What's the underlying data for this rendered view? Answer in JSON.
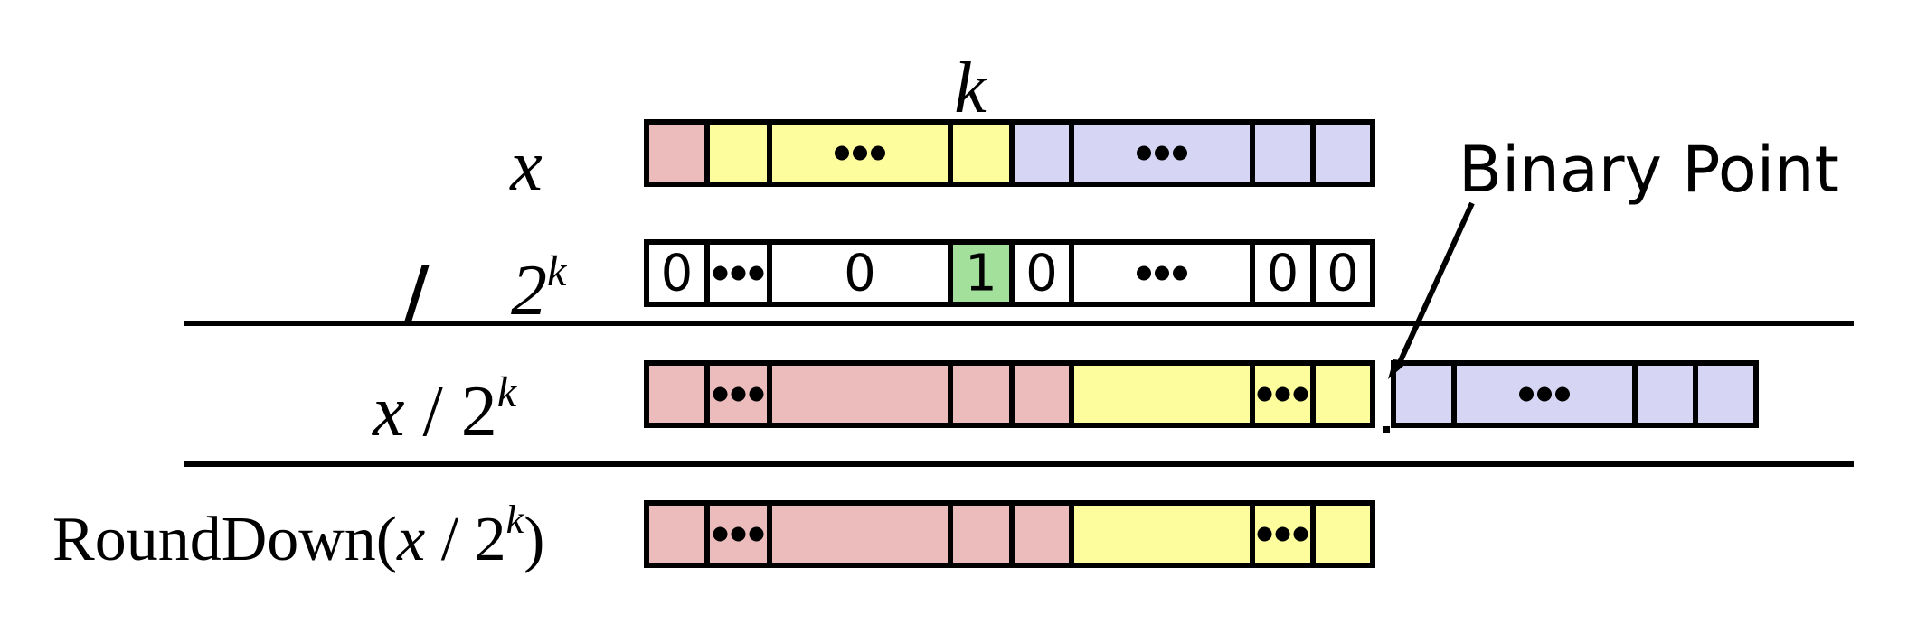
{
  "labels": {
    "k_marker": "k",
    "row_x": "x",
    "row_divisor_op": "/",
    "row_divisor_base": "2",
    "row_divisor_exp": "k",
    "row_quotient_x": "x",
    "row_quotient_slash": " / ",
    "row_quotient_base": "2",
    "row_quotient_exp": "k",
    "row_round_prefix": "RoundDown(",
    "row_round_x": "x",
    "row_round_slash": " / ",
    "row_round_base": "2",
    "row_round_exp": "k",
    "row_round_suffix": ")",
    "binary_point": "Binary Point"
  },
  "colors": {
    "red": "#ecbcbc",
    "yellow": "#fdfd9e",
    "blue": "#d6d6f4",
    "green": "#a2e09b",
    "white": "#ffffff",
    "border": "#000000"
  },
  "ellipsis_dots": 3,
  "rows": {
    "x": [
      {
        "color": "red",
        "text": ""
      },
      {
        "color": "yellow",
        "text": ""
      },
      {
        "color": "yellow",
        "text": "dots"
      },
      {
        "color": "yellow",
        "text": ""
      },
      {
        "color": "blue",
        "text": ""
      },
      {
        "color": "blue",
        "text": "dots"
      },
      {
        "color": "blue",
        "text": ""
      },
      {
        "color": "blue",
        "text": ""
      }
    ],
    "divisor": [
      {
        "color": "white",
        "text": "0"
      },
      {
        "color": "white",
        "text": "dots"
      },
      {
        "color": "white",
        "text": "0"
      },
      {
        "color": "green",
        "text": "1"
      },
      {
        "color": "white",
        "text": "0"
      },
      {
        "color": "white",
        "text": "dots"
      },
      {
        "color": "white",
        "text": "0"
      },
      {
        "color": "white",
        "text": "0"
      }
    ],
    "quotient_int": [
      {
        "color": "red",
        "text": ""
      },
      {
        "color": "red",
        "text": "dots"
      },
      {
        "color": "red",
        "text": ""
      },
      {
        "color": "red",
        "text": ""
      },
      {
        "color": "red",
        "text": ""
      },
      {
        "color": "yellow",
        "text": ""
      },
      {
        "color": "yellow",
        "text": "dots"
      },
      {
        "color": "yellow",
        "text": ""
      }
    ],
    "quotient_frac": [
      {
        "color": "blue",
        "text": ""
      },
      {
        "color": "blue",
        "text": "dots"
      },
      {
        "color": "blue",
        "text": ""
      },
      {
        "color": "blue",
        "text": ""
      }
    ],
    "rounddown": [
      {
        "color": "red",
        "text": ""
      },
      {
        "color": "red",
        "text": "dots"
      },
      {
        "color": "red",
        "text": ""
      },
      {
        "color": "red",
        "text": ""
      },
      {
        "color": "red",
        "text": ""
      },
      {
        "color": "yellow",
        "text": ""
      },
      {
        "color": "yellow",
        "text": "dots"
      },
      {
        "color": "yellow",
        "text": ""
      }
    ]
  }
}
